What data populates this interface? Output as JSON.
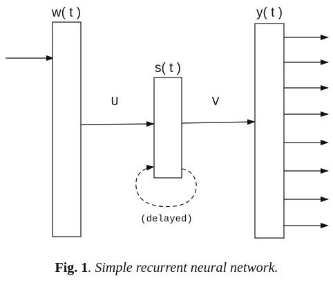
{
  "diagram": {
    "nodes": {
      "w": {
        "label": "w( t )"
      },
      "s": {
        "label": "s( t )"
      },
      "y": {
        "label": "y( t )"
      }
    },
    "edges": {
      "u": {
        "label": "U"
      },
      "v": {
        "label": "V"
      }
    },
    "self_loop": {
      "label": "(delayed)"
    },
    "output_arrow_count": 8
  },
  "caption": {
    "lead": "Fig. 1",
    "body": ". Simple recurrent neural network."
  }
}
